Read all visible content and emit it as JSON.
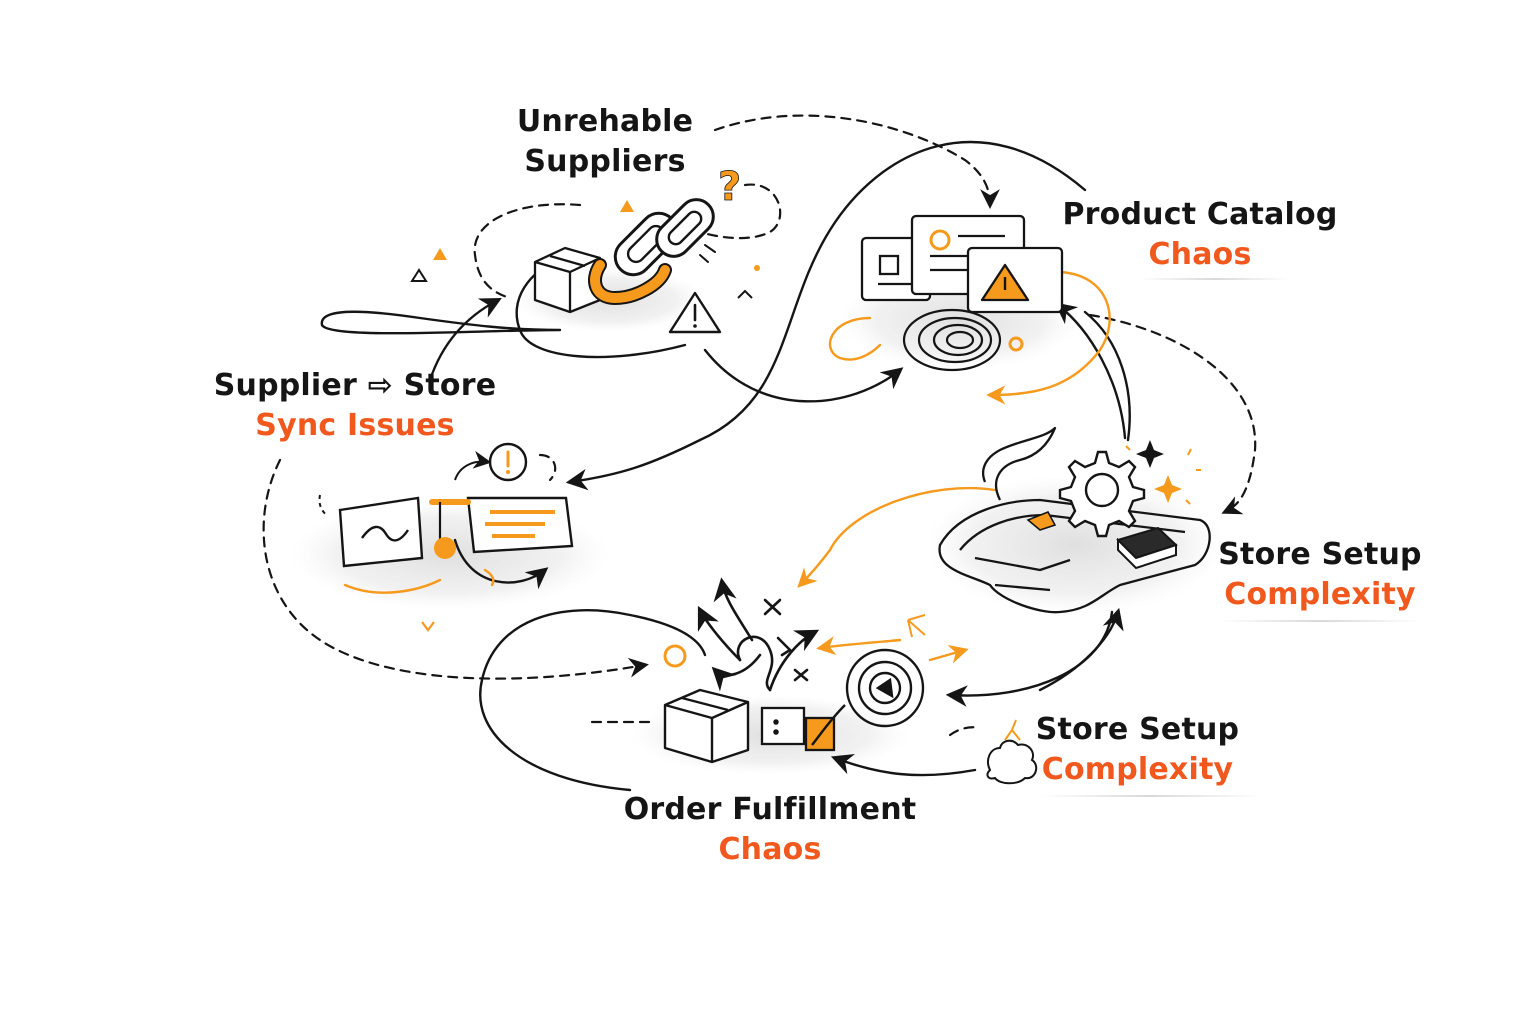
{
  "colors": {
    "ink": "#151515",
    "accent": "#f0581e",
    "orange": "#f59a1c",
    "shadow": "#e6e6e6"
  },
  "labels": {
    "suppliers": {
      "line1": "Unrehable",
      "line2": "Suppliers"
    },
    "catalog": {
      "line1": "Product Catalog",
      "line2": "Chaos"
    },
    "sync": {
      "line1": "Supplier ⇨ Store",
      "line2": "Sync Issues"
    },
    "setup_main": {
      "line1": "Store Setup",
      "line2": "Complexity"
    },
    "setup_small": {
      "line1": "Store Setup",
      "line2": "Complexity"
    },
    "fulfillment": {
      "line1": "Order Fulfillment",
      "line2": "Chaos"
    }
  },
  "icons": {
    "question": "?",
    "warning": "!",
    "alert": "!"
  }
}
